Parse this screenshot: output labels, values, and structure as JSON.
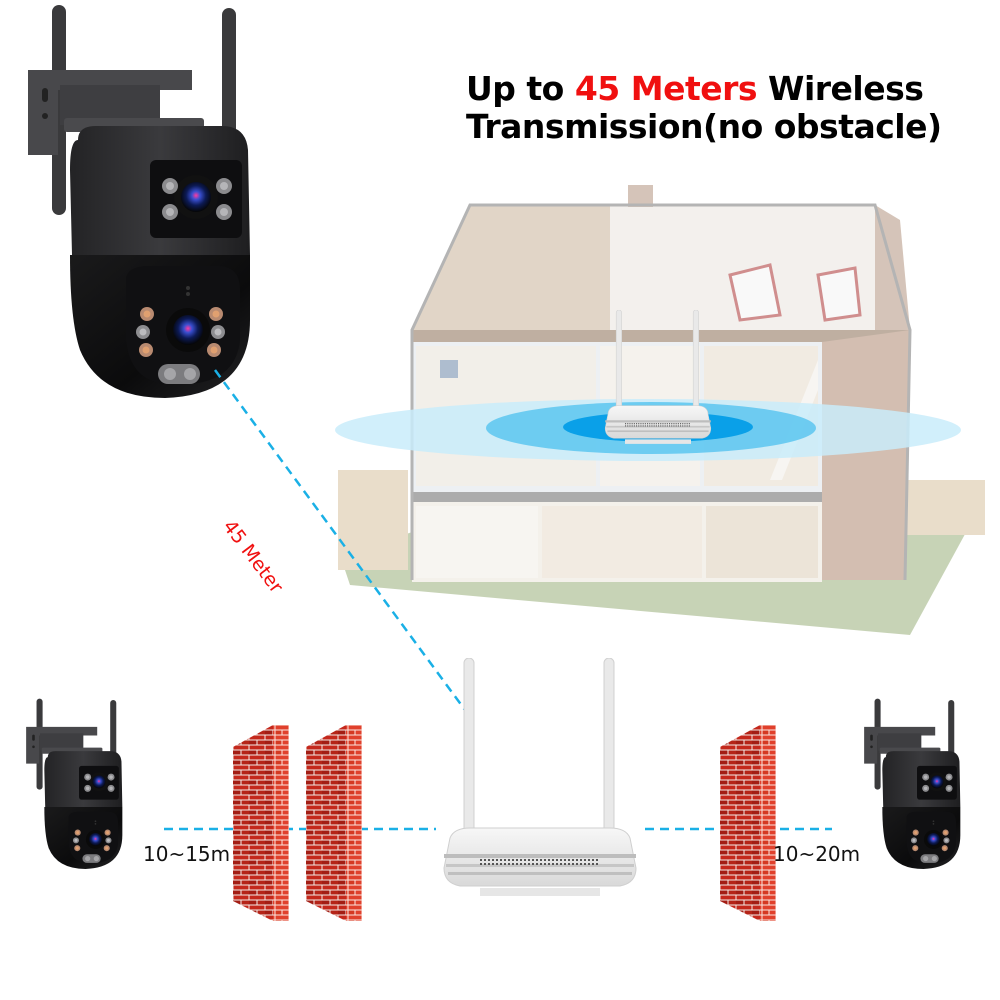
{
  "headline": {
    "prefix": "Up to ",
    "highlight": "45 Meters",
    "suffix": " Wireless",
    "line2": "Transmission(no obstacle)",
    "highlight_color": "#f01010"
  },
  "diagonal_link": {
    "label": "45 Meter",
    "label_color": "#f01010",
    "line_color": "#1ab0e6"
  },
  "left_link": {
    "label": "10~15m",
    "walls": 2
  },
  "right_link": {
    "label": "10~20m",
    "walls": 1
  },
  "icons": {
    "main_camera": "dual-lens-ptz-camera",
    "left_camera": "dual-lens-ptz-camera",
    "right_camera": "dual-lens-ptz-camera",
    "router": "wifi-nvr-router",
    "house": "cutaway-house",
    "wall": "brick-wall"
  },
  "colors": {
    "signal_inner": "#0aa0e8",
    "signal_mid": "#5cc6f0",
    "signal_outer": "#c9ecfa",
    "brick": "#c0281c",
    "camera_body": "#2c2c2e"
  }
}
